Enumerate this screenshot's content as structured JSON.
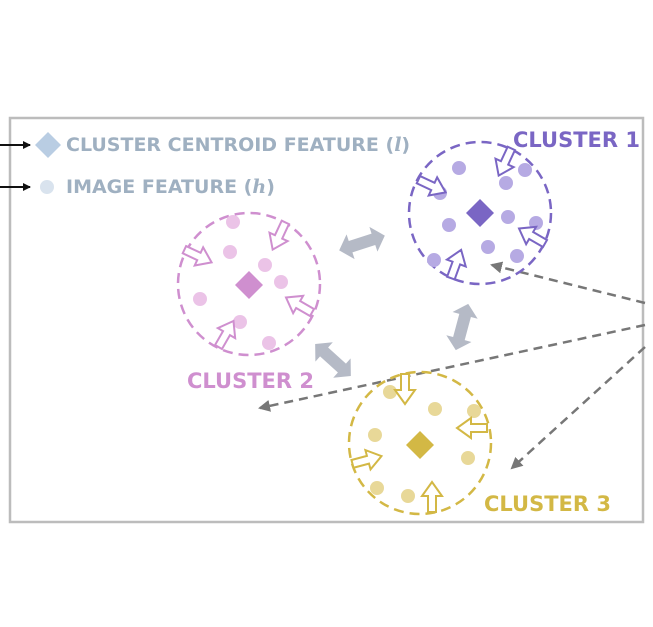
{
  "legend": {
    "centroid_label": "CLUSTER CENTROID FEATURE (",
    "centroid_var": "l",
    "image_label": "IMAGE FEATURE (",
    "image_var": "h",
    "close_paren": ")"
  },
  "clusters": [
    {
      "label": "CLUSTER 1",
      "color": "#7a66c4",
      "point_color": "#b6aae3"
    },
    {
      "label": "CLUSTER 2",
      "color": "#cf8fcf",
      "point_color": "#ebc3e7"
    },
    {
      "label": "CLUSTER 3",
      "color": "#d3b845",
      "point_color": "#e8d898"
    }
  ],
  "colors": {
    "frame": "#bcbcbc",
    "legend_diamond": "#b9cde3",
    "legend_dot": "#d9e3ee",
    "repel_arrow": "#b5bac6",
    "dashed_arrow": "#777777"
  }
}
